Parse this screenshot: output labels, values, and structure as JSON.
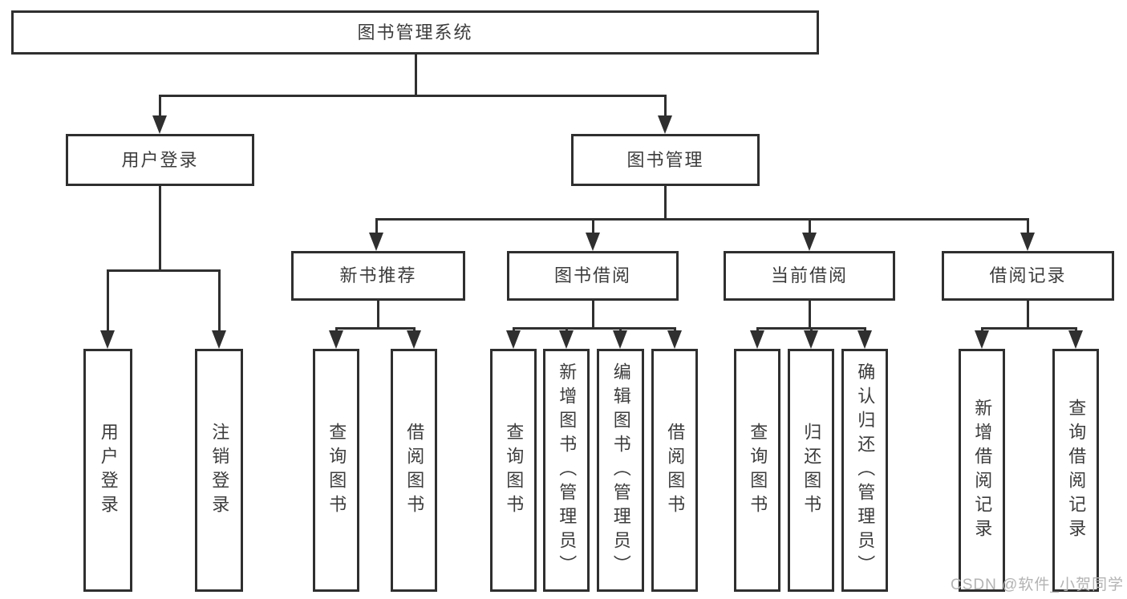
{
  "diagram": {
    "root": "图书管理系统",
    "branches": {
      "user_login": "用户登录",
      "book_management": "图书管理",
      "new_book_recommend": "新书推荐",
      "book_borrow": "图书借阅",
      "current_borrow": "当前借阅",
      "borrow_records": "借阅记录"
    },
    "leaves": {
      "user_login": "用户登录",
      "logout": "注销登录",
      "nbr_query_books": "查询图书",
      "nbr_borrow_books": "借阅图书",
      "bb_query_books": "查询图书",
      "bb_add_books": "新增图书（管理员）",
      "bb_edit_books": "编辑图书（管理员）",
      "bb_borrow_books": "借阅图书",
      "cb_query_books": "查询图书",
      "cb_return_books": "归还图书",
      "cb_confirm_return": "确认归还（管理员）",
      "br_add_record": "新增借阅记录",
      "br_query_record": "查询借阅记录"
    },
    "watermark": "CSDN @软件_小贺同学"
  }
}
